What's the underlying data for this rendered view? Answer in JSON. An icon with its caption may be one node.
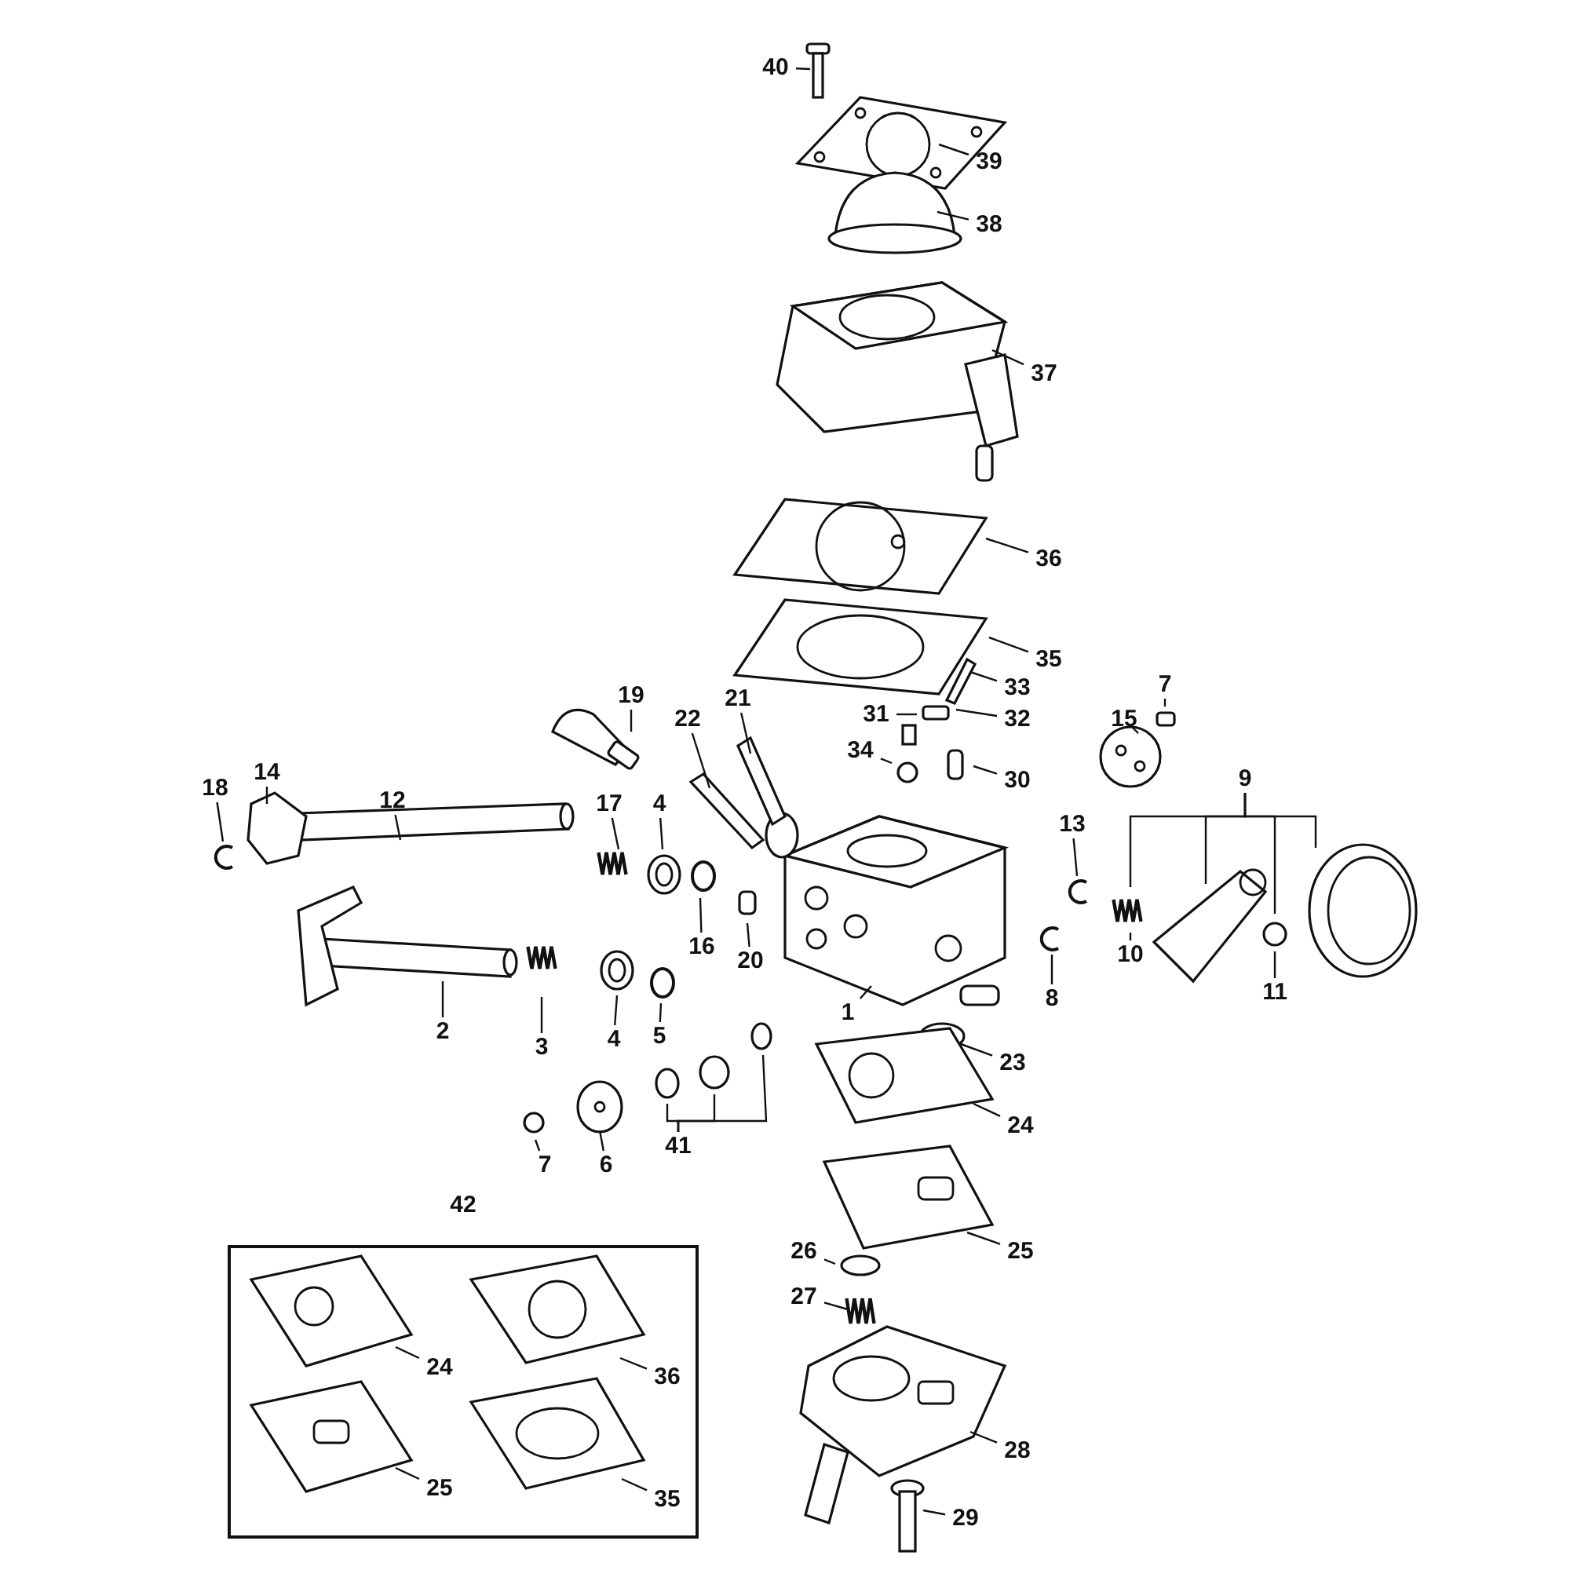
{
  "diagram": {
    "nodes": [
      {
        "text": [
          "40"
        ]
      },
      {
        "text": [
          "39"
        ]
      },
      {
        "text": [
          "38"
        ]
      },
      {
        "text": [
          "37"
        ]
      },
      {
        "text": [
          "36"
        ]
      },
      {
        "text": [
          "35"
        ]
      },
      {
        "text": [
          "33"
        ]
      },
      {
        "text": [
          "31"
        ]
      },
      {
        "text": [
          "32"
        ]
      },
      {
        "text": [
          "21"
        ]
      },
      {
        "text": [
          "19"
        ]
      },
      {
        "text": [
          "15"
        ]
      },
      {
        "text": [
          "7"
        ]
      },
      {
        "text": [
          "22"
        ]
      },
      {
        "text": [
          "34"
        ]
      },
      {
        "text": [
          "30"
        ]
      },
      {
        "text": [
          "18"
        ]
      },
      {
        "text": [
          "14"
        ]
      },
      {
        "text": [
          "12"
        ]
      },
      {
        "text": [
          "17"
        ]
      },
      {
        "text": [
          "4"
        ]
      },
      {
        "text": [
          "9"
        ]
      },
      {
        "text": [
          "13"
        ]
      },
      {
        "text": [
          "16"
        ]
      },
      {
        "text": [
          "20"
        ]
      },
      {
        "text": [
          "10"
        ]
      },
      {
        "text": [
          "8"
        ]
      },
      {
        "text": [
          "11"
        ]
      },
      {
        "text": [
          "1"
        ]
      },
      {
        "text": [
          "2"
        ]
      },
      {
        "text": [
          "3"
        ]
      },
      {
        "text": [
          "4"
        ]
      },
      {
        "text": [
          "5"
        ]
      },
      {
        "text": [
          "23"
        ]
      },
      {
        "text": [
          "24"
        ]
      },
      {
        "text": [
          "41"
        ]
      },
      {
        "text": [
          "6"
        ]
      },
      {
        "text": [
          "7"
        ]
      },
      {
        "text": [
          "25"
        ]
      },
      {
        "text": [
          "26"
        ]
      },
      {
        "text": [
          "27"
        ]
      },
      {
        "text": [
          "28"
        ]
      },
      {
        "text": [
          "29"
        ]
      },
      {
        "text": [
          "42"
        ]
      },
      {
        "text": [
          "24"
        ],
        "in": 43
      },
      {
        "text": [
          "36"
        ],
        "in": 43
      },
      {
        "text": [
          "25"
        ],
        "in": 43
      },
      {
        "text": [
          "35"
        ],
        "in": 43
      }
    ],
    "edges": [
      {
        "from": 0,
        "to": null,
        "arrow": "none"
      },
      {
        "from": 1,
        "to": null,
        "arrow": "none"
      },
      {
        "from": 2,
        "to": null,
        "arrow": "none"
      },
      {
        "from": 3,
        "to": null,
        "arrow": "none"
      },
      {
        "from": 4,
        "to": null,
        "arrow": "none"
      },
      {
        "from": 5,
        "to": null,
        "arrow": "none"
      },
      {
        "from": 6,
        "to": null,
        "arrow": "none"
      },
      {
        "from": 7,
        "to": null,
        "arrow": "none"
      },
      {
        "from": 8,
        "to": null,
        "arrow": "none"
      },
      {
        "from": 9,
        "to": null,
        "arrow": "none"
      },
      {
        "from": 10,
        "to": null,
        "arrow": "none"
      },
      {
        "from": 11,
        "to": null,
        "arrow": "none"
      },
      {
        "from": 12,
        "to": null,
        "arrow": "none"
      },
      {
        "from": 13,
        "to": null,
        "arrow": "none"
      },
      {
        "from": 14,
        "to": null,
        "arrow": "none"
      },
      {
        "from": 15,
        "to": null,
        "arrow": "none"
      },
      {
        "from": 16,
        "to": null,
        "arrow": "none"
      },
      {
        "from": 17,
        "to": null,
        "arrow": "none"
      },
      {
        "from": 18,
        "to": null,
        "arrow": "none"
      },
      {
        "from": 19,
        "to": null,
        "arrow": "none"
      },
      {
        "from": 20,
        "to": null,
        "arrow": "none"
      },
      {
        "from": 21,
        "to": null,
        "arrow": "none"
      },
      {
        "from": 21,
        "to": null,
        "arrow": "none"
      },
      {
        "from": 21,
        "to": null,
        "arrow": "none"
      },
      {
        "from": 21,
        "to": null,
        "arrow": "none"
      },
      {
        "from": 22,
        "to": null,
        "arrow": "none"
      },
      {
        "from": 23,
        "to": null,
        "arrow": "none"
      },
      {
        "from": 24,
        "to": null,
        "arrow": "none"
      },
      {
        "from": 25,
        "to": null,
        "arrow": "none"
      },
      {
        "from": 26,
        "to": null,
        "arrow": "none"
      },
      {
        "from": 27,
        "to": null,
        "arrow": "none"
      },
      {
        "from": 28,
        "to": null,
        "arrow": "none"
      },
      {
        "from": 29,
        "to": null,
        "arrow": "none"
      },
      {
        "from": 30,
        "to": null,
        "arrow": "none"
      },
      {
        "from": 31,
        "to": null,
        "arrow": "none"
      },
      {
        "from": 32,
        "to": null,
        "arrow": "none"
      },
      {
        "from": 33,
        "to": null,
        "arrow": "none"
      },
      {
        "from": 34,
        "to": null,
        "arrow": "none"
      },
      {
        "from": 35,
        "to": null,
        "arrow": "none"
      },
      {
        "from": 35,
        "to": null,
        "arrow": "none"
      },
      {
        "from": 35,
        "to": null,
        "arrow": "none"
      },
      {
        "from": 36,
        "to": null,
        "arrow": "none"
      },
      {
        "from": 37,
        "to": null,
        "arrow": "none"
      },
      {
        "from": 38,
        "to": null,
        "arrow": "none"
      },
      {
        "from": 39,
        "to": null,
        "arrow": "none"
      },
      {
        "from": 40,
        "to": null,
        "arrow": "none"
      },
      {
        "from": 41,
        "to": null,
        "arrow": "none"
      },
      {
        "from": 42,
        "to": null,
        "arrow": "none"
      },
      {
        "from": 44,
        "to": null,
        "arrow": "none"
      },
      {
        "from": 45,
        "to": null,
        "arrow": "none"
      },
      {
        "from": 46,
        "to": null,
        "arrow": "none"
      },
      {
        "from": 47,
        "to": null,
        "arrow": "none"
      }
    ]
  }
}
